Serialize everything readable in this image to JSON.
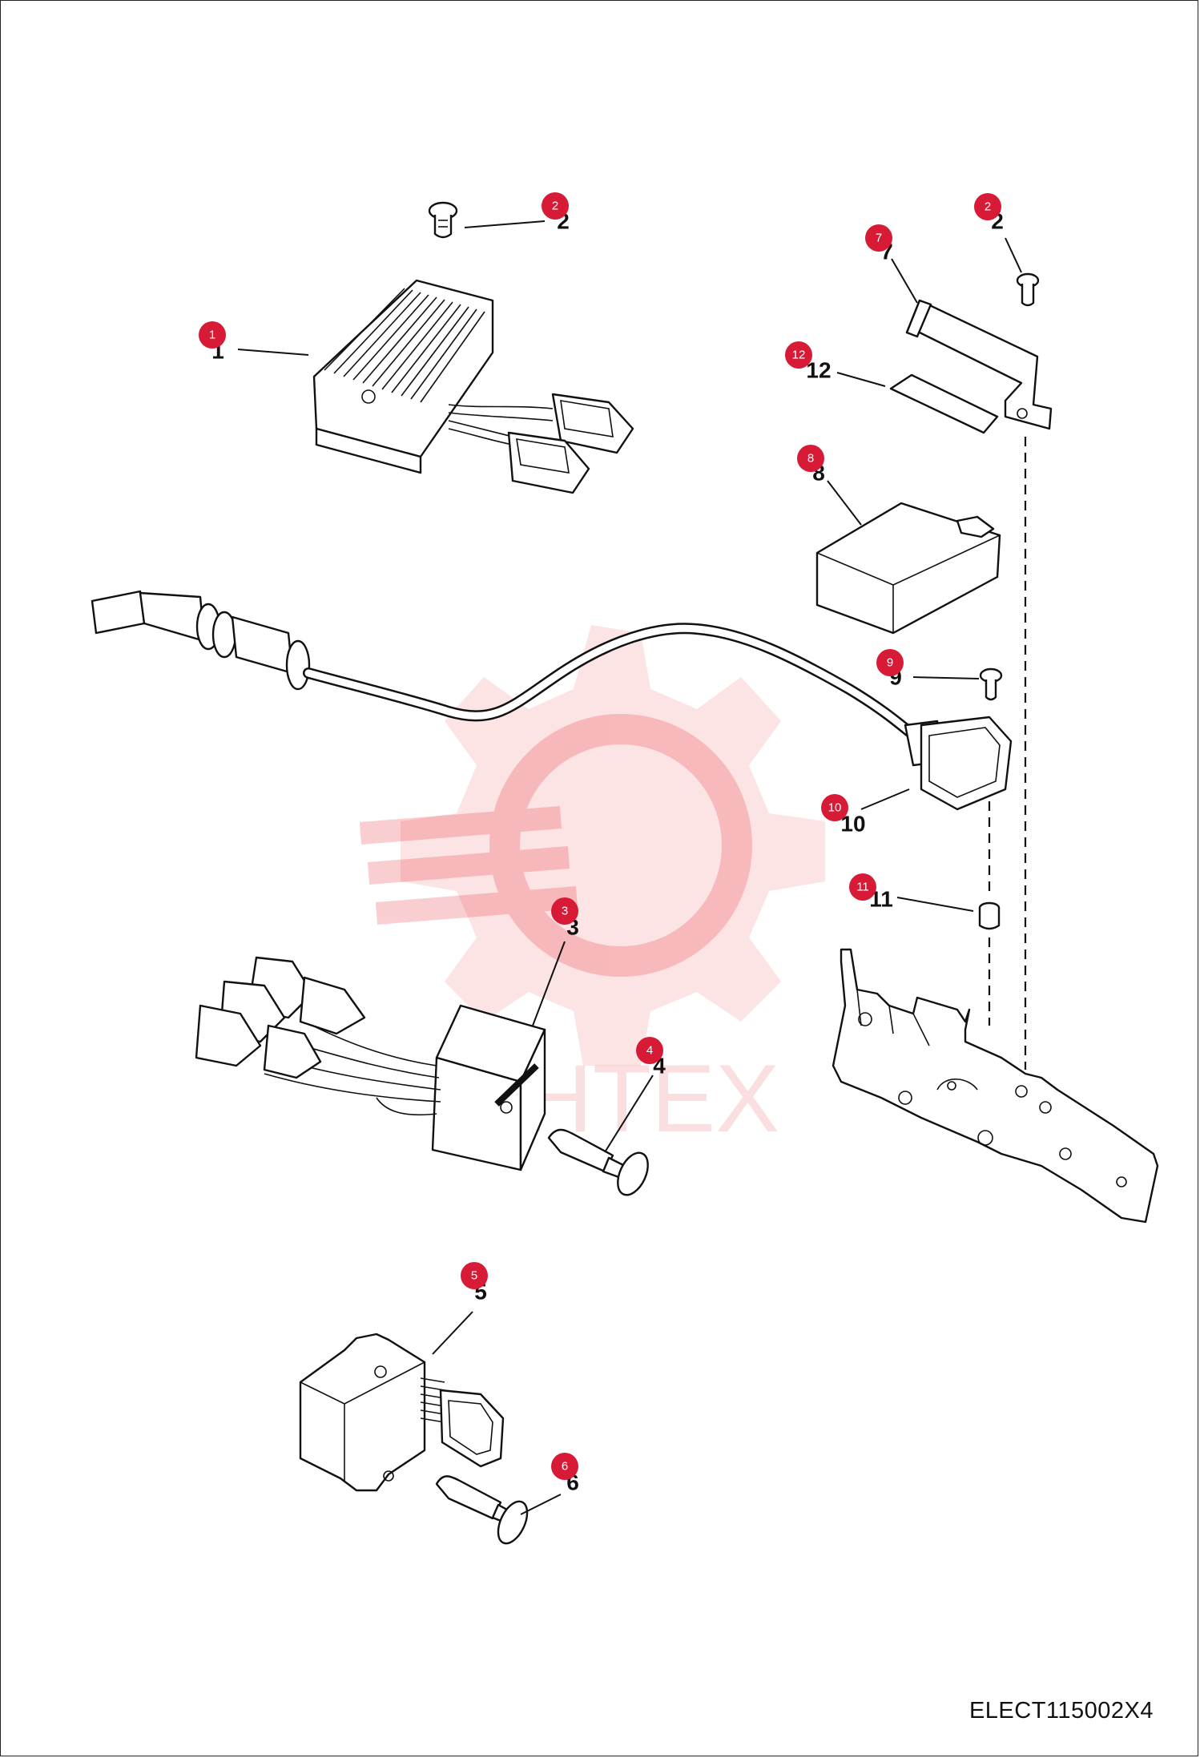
{
  "diagram": {
    "drawing_code": "ELECT115002X4",
    "watermark_text": "ИНТЕХ",
    "watermark_color": "#e8262f",
    "callout_color": "#d71a35",
    "callouts": [
      {
        "id": "c1",
        "label": "1"
      },
      {
        "id": "c2a",
        "label": "2"
      },
      {
        "id": "c2b",
        "label": "2"
      },
      {
        "id": "c3",
        "label": "3"
      },
      {
        "id": "c4",
        "label": "4"
      },
      {
        "id": "c5",
        "label": "5"
      },
      {
        "id": "c6",
        "label": "6"
      },
      {
        "id": "c7",
        "label": "7"
      },
      {
        "id": "c8",
        "label": "8"
      },
      {
        "id": "c9",
        "label": "9"
      },
      {
        "id": "c10",
        "label": "10"
      },
      {
        "id": "c11",
        "label": "11"
      },
      {
        "id": "c12",
        "label": "12"
      }
    ],
    "parts": [
      {
        "id": "p1",
        "icon": "voltage-regulator-icon"
      },
      {
        "id": "p2",
        "icon": "screw-icon"
      },
      {
        "id": "p3",
        "icon": "wiring-module-icon"
      },
      {
        "id": "p4",
        "icon": "push-rivet-icon"
      },
      {
        "id": "p5",
        "icon": "control-module-icon"
      },
      {
        "id": "p6",
        "icon": "push-rivet-icon"
      },
      {
        "id": "p7",
        "icon": "bracket-icon"
      },
      {
        "id": "p8",
        "icon": "ecu-box-icon"
      },
      {
        "id": "p9",
        "icon": "screw-icon"
      },
      {
        "id": "p10",
        "icon": "oxygen-sensor-icon"
      },
      {
        "id": "p11",
        "icon": "spacer-icon"
      },
      {
        "id": "p12",
        "icon": "pad-icon"
      },
      {
        "id": "p13",
        "icon": "mounting-plate-icon"
      }
    ]
  }
}
